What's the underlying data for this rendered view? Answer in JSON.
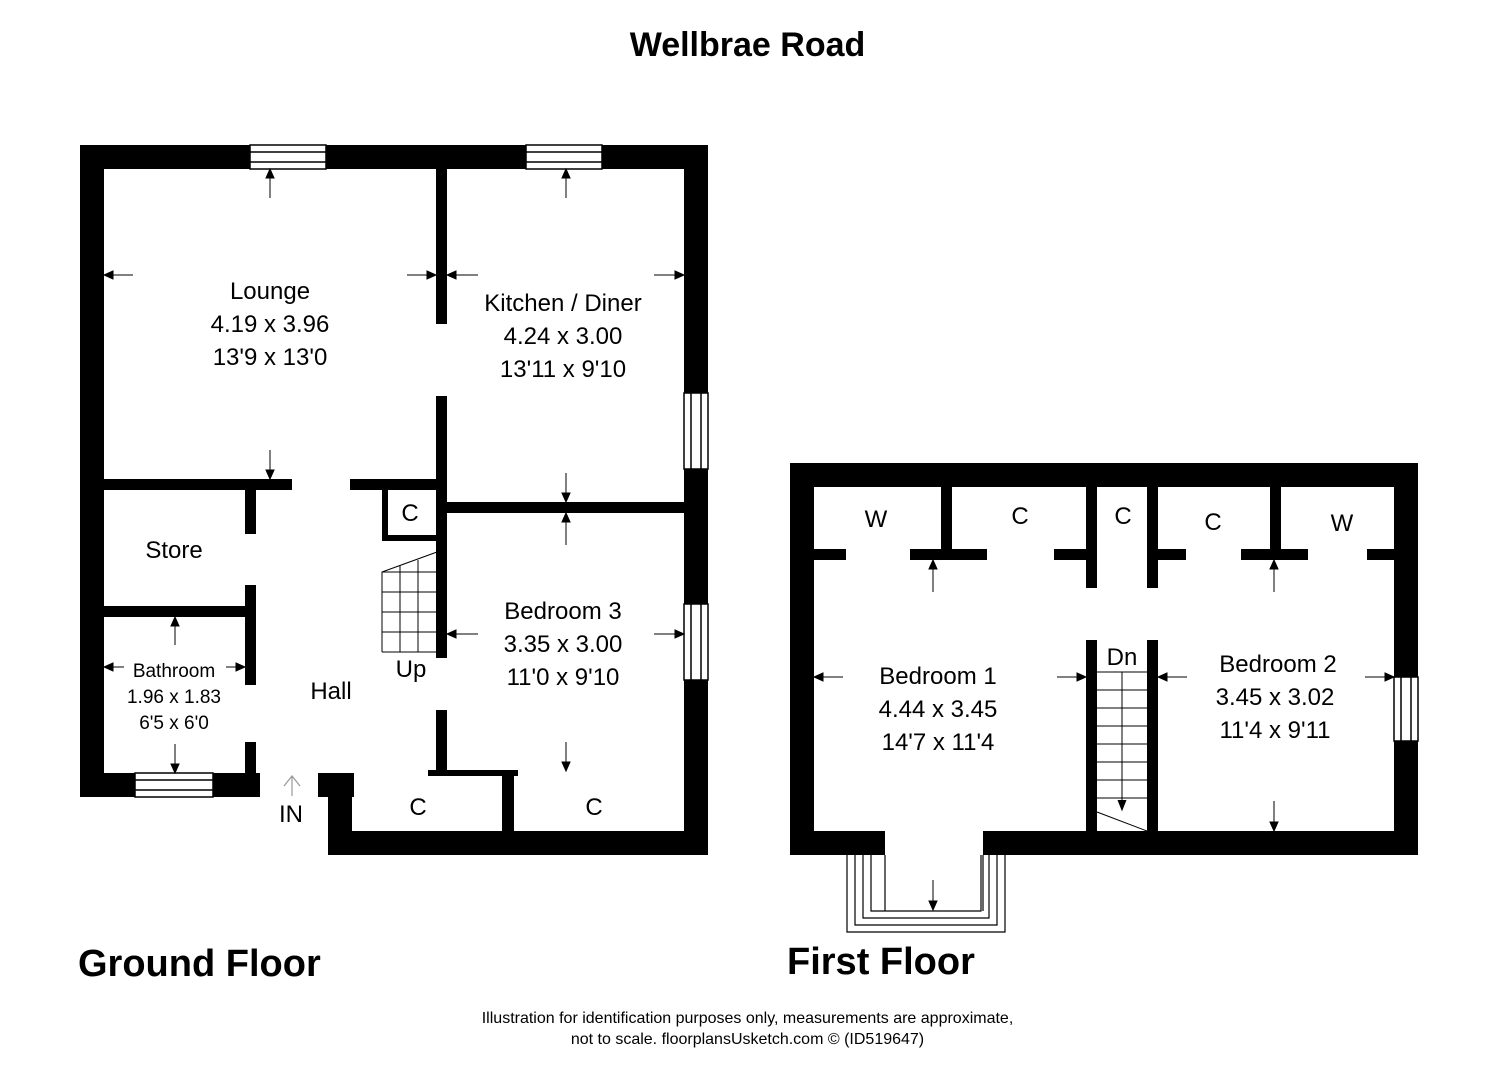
{
  "title": "Wellbrae Road",
  "ground_floor": {
    "label": "Ground Floor",
    "rooms": {
      "lounge": {
        "name": "Lounge",
        "metric": "4.19 x 3.96",
        "imperial": "13'9 x 13'0"
      },
      "kitchen": {
        "name": "Kitchen / Diner",
        "metric": "4.24 x 3.00",
        "imperial": "13'11 x 9'10"
      },
      "bedroom3": {
        "name": "Bedroom 3",
        "metric": "3.35 x 3.00",
        "imperial": "11'0 x 9'10"
      },
      "bathroom": {
        "name": "Bathroom",
        "metric": "1.96 x 1.83",
        "imperial": "6'5 x 6'0"
      },
      "store": {
        "name": "Store"
      },
      "hall": {
        "name": "Hall"
      }
    },
    "cupboard_label": "C",
    "stairs_label": "Up",
    "entrance_label": "IN"
  },
  "first_floor": {
    "label": "First Floor",
    "rooms": {
      "bedroom1": {
        "name": "Bedroom 1",
        "metric": "4.44 x 3.45",
        "imperial": "14'7 x 11'4"
      },
      "bedroom2": {
        "name": "Bedroom 2",
        "metric": "3.45 x 3.02",
        "imperial": "11'4 x 9'11"
      }
    },
    "wardrobe_label": "W",
    "cupboard_label": "C",
    "stairs_label": "Dn"
  },
  "footer": {
    "line1": "Illustration for identification purposes only, measurements are approximate,",
    "line2": "not to scale. floorplansUsketch.com © (ID519647)"
  }
}
